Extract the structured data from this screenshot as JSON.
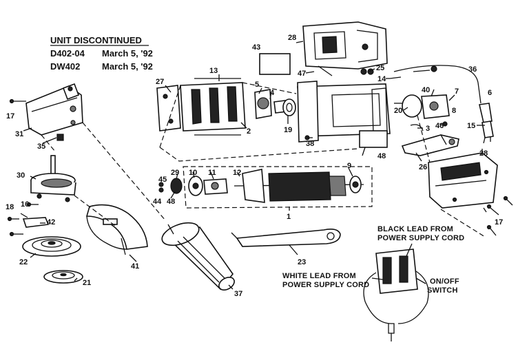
{
  "notice": {
    "heading": "UNIT DISCONTINUED",
    "rows": [
      {
        "model": "D402-04",
        "date": "March 5, '92"
      },
      {
        "model": "DW402",
        "date": "March 5, '92"
      }
    ]
  },
  "wiring": {
    "black_lead": [
      "BLACK LEAD FROM",
      "POWER SUPPLY CORD"
    ],
    "white_lead": [
      "WHITE LEAD FROM",
      "POWER SUPPLY CORD"
    ],
    "switch": [
      "ON/OFF",
      "SWITCH"
    ]
  },
  "callouts": {
    "c1": "1",
    "c2": "2",
    "c3": "3",
    "c4": "4",
    "c5": "5",
    "c6": "6",
    "c7": "7",
    "c8": "8",
    "c9": "9",
    "c10": "10",
    "c11": "11",
    "c12": "12",
    "c13": "13",
    "c14": "14",
    "c15": "15",
    "c16": "16",
    "c17a": "17",
    "c17b": "17",
    "c18": "18",
    "c19": "19",
    "c20": "20",
    "c21": "21",
    "c22": "22",
    "c23": "23",
    "c25": "25",
    "c26": "26",
    "c27": "27",
    "c28a": "28",
    "c28b": "28",
    "c29": "29",
    "c30": "30",
    "c31": "31",
    "c35": "35",
    "c36": "36",
    "c37": "37",
    "c38": "38",
    "c40": "40",
    "c41": "41",
    "c42": "42",
    "c43": "43",
    "c44": "44",
    "c45": "45",
    "c46": "46",
    "c47": "47",
    "c48a": "48",
    "c48b": "48"
  }
}
